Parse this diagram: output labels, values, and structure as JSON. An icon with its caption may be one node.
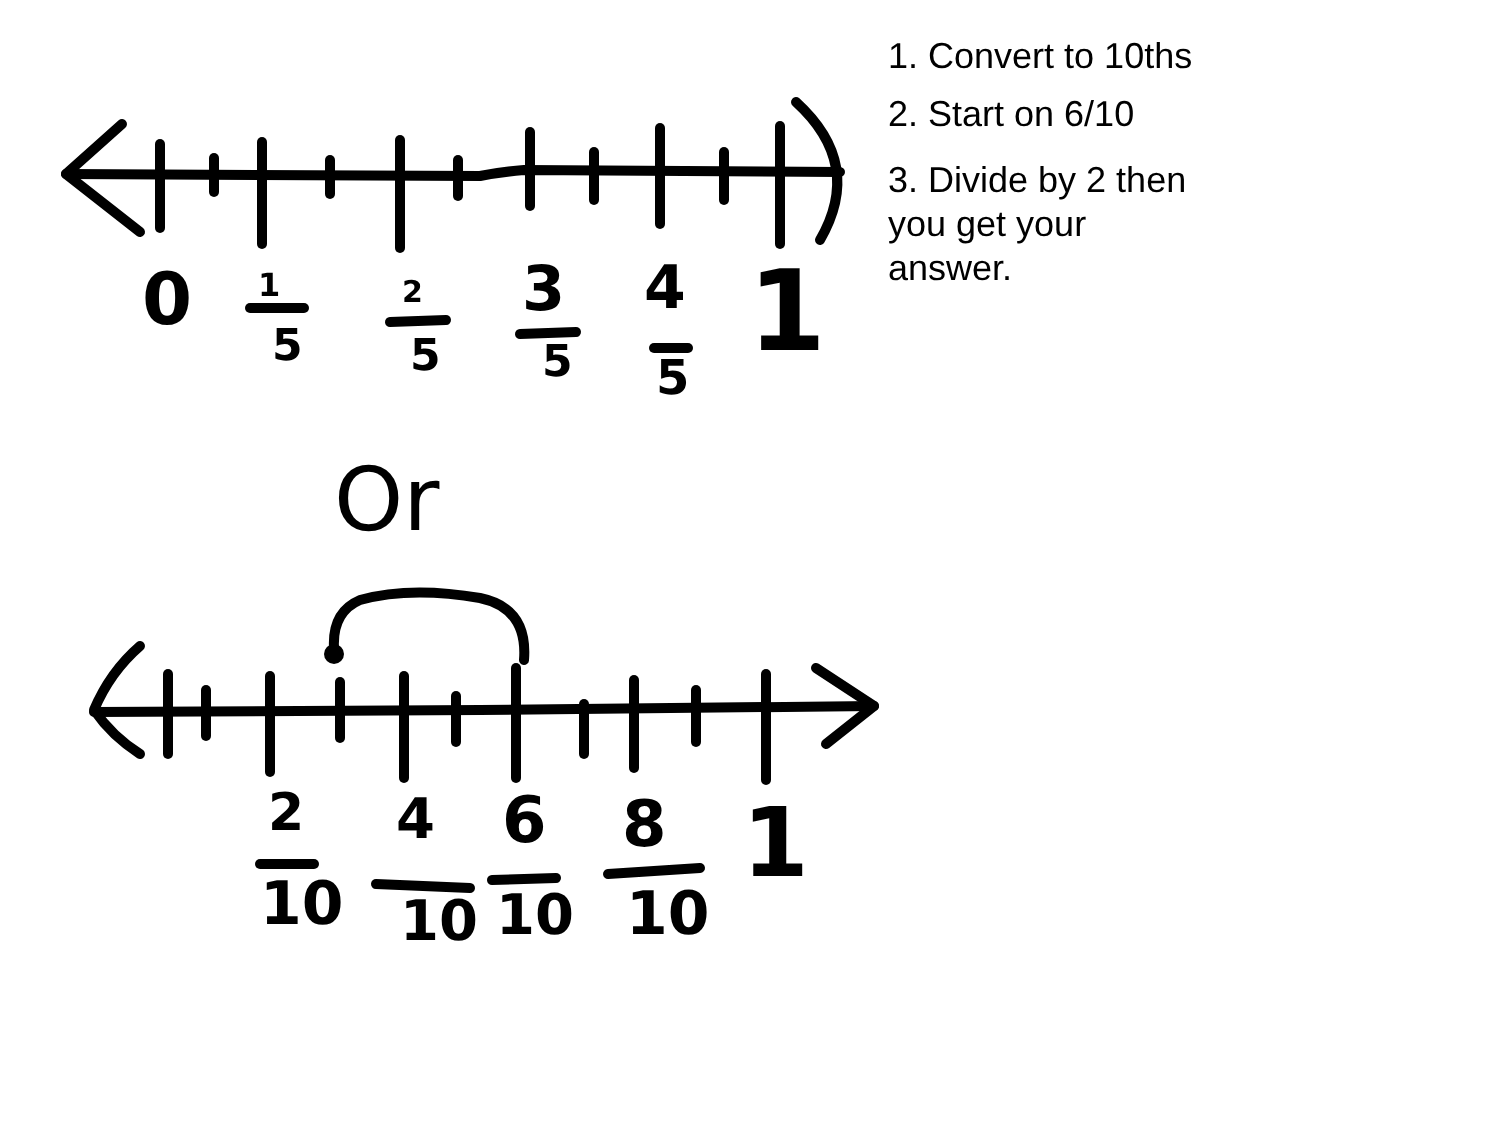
{
  "diagram": {
    "labels": [
      "1. Convert to 10ths",
      "2. Start on 6/10",
      "3. Divide by 2 then you get your answer.",
      "0",
      "1",
      "5",
      "2",
      "5",
      "3",
      "5",
      "4",
      "5",
      "1",
      "Or",
      "2",
      "10",
      "4",
      "10",
      "6",
      "10",
      "8",
      "10",
      "1"
    ]
  }
}
